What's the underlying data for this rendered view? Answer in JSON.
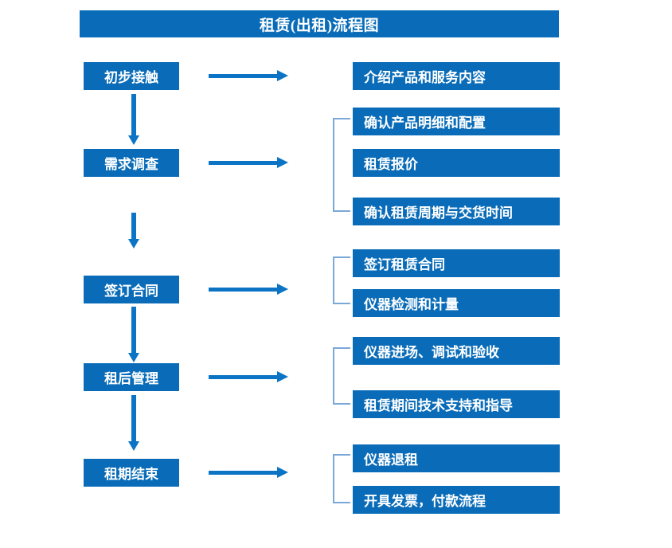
{
  "title": {
    "text": "租赁(出租)流程图"
  },
  "colors": {
    "box_blue": "#0a6cb8",
    "arrow_blue": "#0b74c4",
    "bracket_blue": "#7aa8d8",
    "box_text": "#ffffff",
    "background": "#ffffff"
  },
  "stages": [
    {
      "id": "initial-contact",
      "label": "初步接触",
      "details": [
        {
          "id": "introduce-products-services",
          "label": "介绍产品和服务内容"
        }
      ]
    },
    {
      "id": "demand-survey",
      "label": "需求调查",
      "details": [
        {
          "id": "confirm-product-details-config",
          "label": "确认产品明细和配置"
        },
        {
          "id": "lease-quotation",
          "label": "租赁报价"
        },
        {
          "id": "confirm-lease-period-delivery",
          "label": "确认租赁周期与交货时间"
        }
      ]
    },
    {
      "id": "sign-contract",
      "label": "签订合同",
      "details": [
        {
          "id": "sign-lease-contract",
          "label": "签订租赁合同"
        },
        {
          "id": "instrument-test-metrology",
          "label": "仪器检测和计量"
        }
      ]
    },
    {
      "id": "post-lease-management",
      "label": "租后管理",
      "details": [
        {
          "id": "instrument-entry-debug-acceptance",
          "label": "仪器进场、调试和验收"
        },
        {
          "id": "lease-period-tech-support",
          "label": "租赁期间技术支持和指导"
        }
      ]
    },
    {
      "id": "lease-end",
      "label": "租期结束",
      "details": [
        {
          "id": "instrument-return",
          "label": "仪器退租"
        },
        {
          "id": "invoice-payment-process",
          "label": "开具发票，付款流程"
        }
      ]
    }
  ]
}
